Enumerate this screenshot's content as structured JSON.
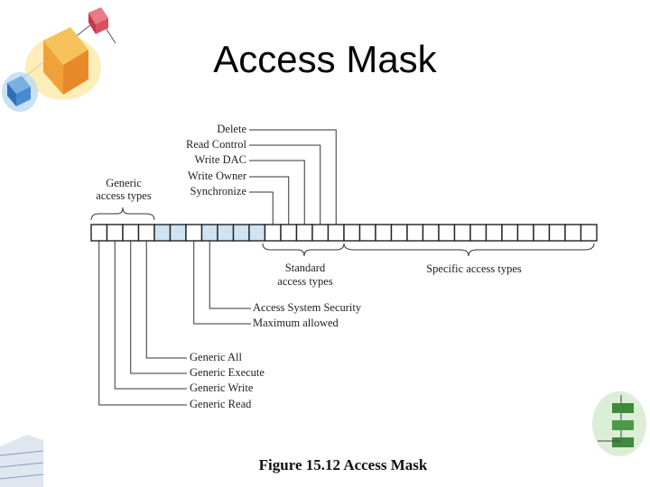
{
  "title": "Access Mask",
  "caption": "Figure 15.12 Access Mask",
  "labels": {
    "generic_access_types": [
      "Generic",
      "access types"
    ],
    "standard_access_types": [
      "Standard",
      "access types"
    ],
    "specific_access_types": "Specific access types",
    "standard_rights": [
      "Delete",
      "Read Control",
      "Write DAC",
      "Write Owner",
      "Synchronize"
    ],
    "special_bits": [
      "Access System Security",
      "Maximum allowed"
    ],
    "generic_bits": [
      "Generic All",
      "Generic Execute",
      "Generic Write",
      "Generic Read"
    ]
  },
  "mask": {
    "bit_count": 32,
    "highlighted_bits": [
      4,
      5,
      7,
      8,
      9,
      10
    ]
  },
  "colors": {
    "highlight": "#cfe3f2",
    "line": "#333333"
  },
  "icons": [
    "decorative-cubes-icon",
    "decorative-green-blocks-icon",
    "decorative-corner-icon"
  ]
}
